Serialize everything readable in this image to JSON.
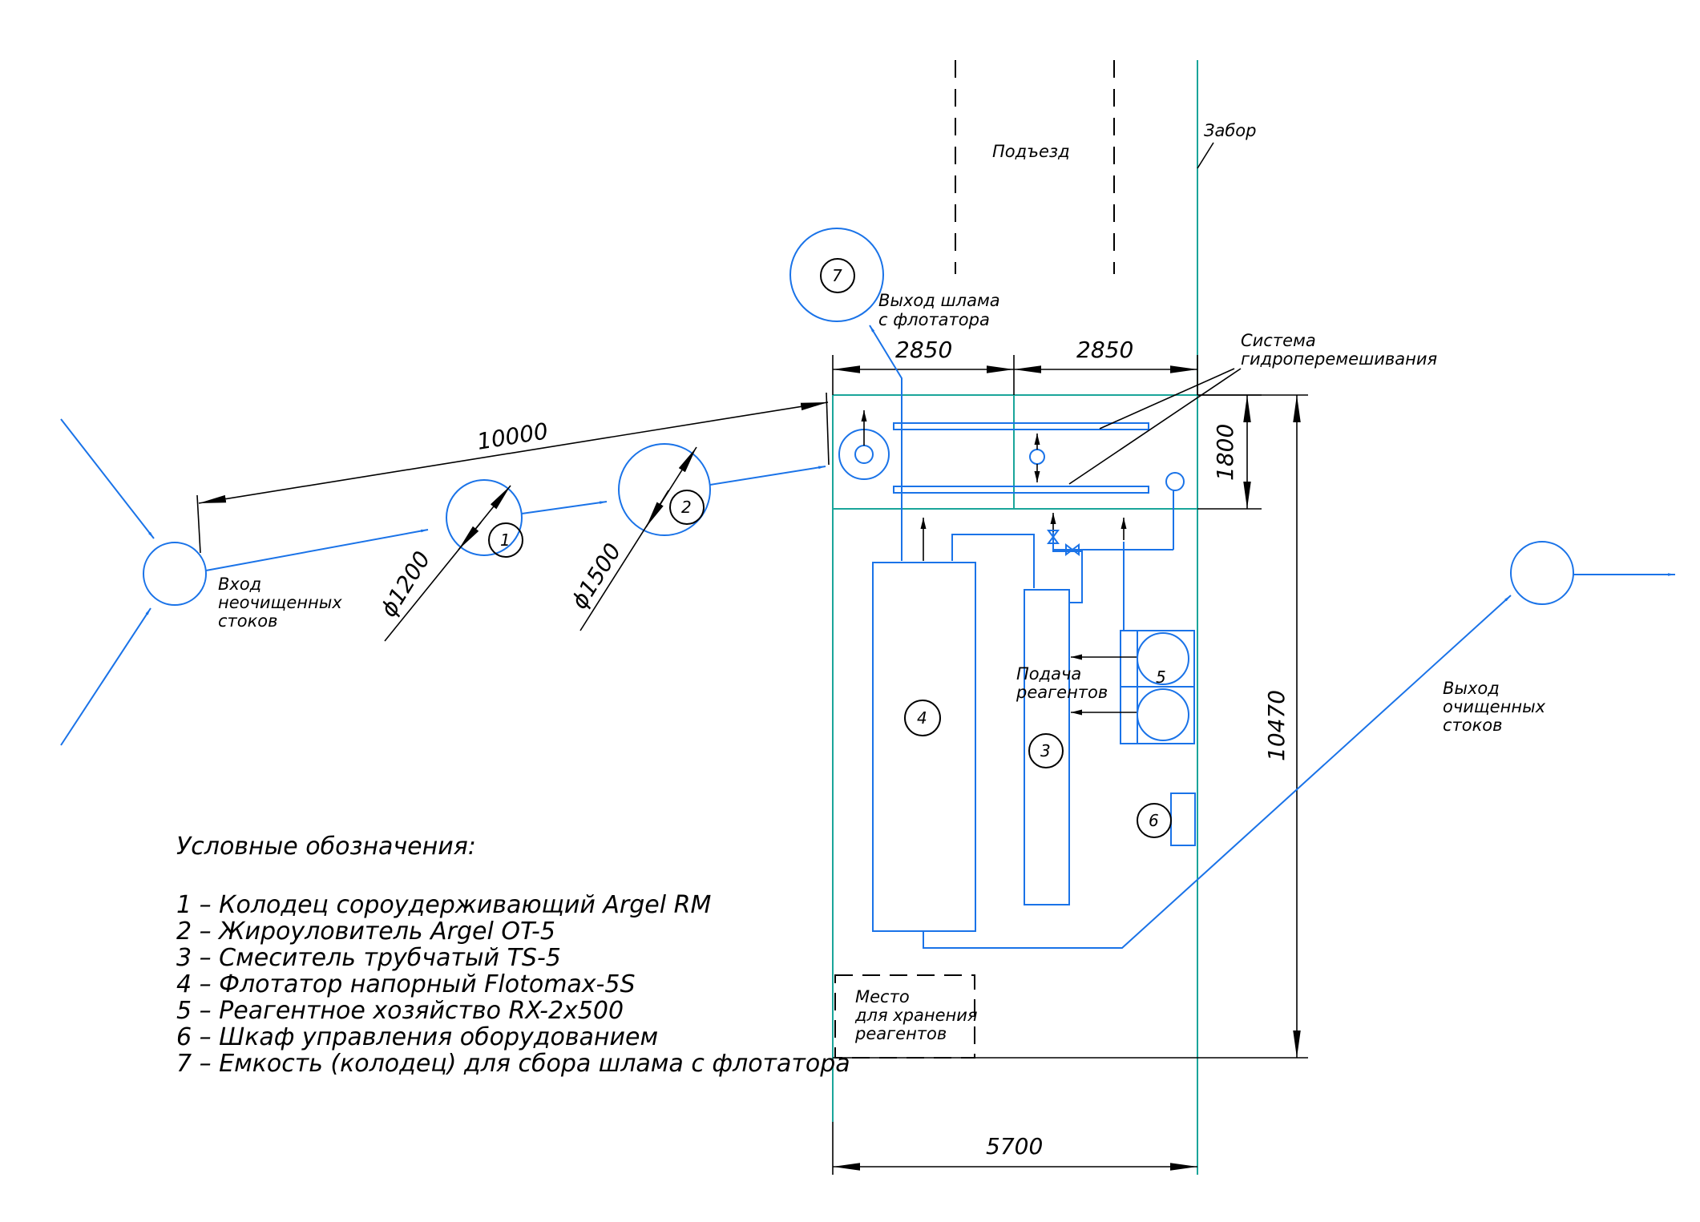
{
  "labels": {
    "driveway": "Подъезд",
    "fence": "Забор",
    "sludge_outlet_1": "Выход шлама",
    "sludge_outlet_2": "с флотатора",
    "mixing_system_1": "Система",
    "mixing_system_2": "гидроперемешивания",
    "inlet_1": "Вход",
    "inlet_2": "неочищенных",
    "inlet_3": "стоков",
    "outlet_1": "Выход",
    "outlet_2": "очищенных",
    "outlet_3": "стоков",
    "reagent_feed_1": "Подача",
    "reagent_feed_2": "реагентов",
    "storage_1": "Место",
    "storage_2": "для хранения",
    "storage_3": "реагентов"
  },
  "dimensions": {
    "d_10000": "10000",
    "d_2850_left": "2850",
    "d_2850_right": "2850",
    "d_1800": "1800",
    "d_10470": "10470",
    "d_5700": "5700",
    "d_phi1200": "ϕ1200",
    "d_phi1500": "ϕ1500"
  },
  "markers": [
    "1",
    "2",
    "3",
    "4",
    "5",
    "6",
    "7"
  ],
  "legend": {
    "title": "Условные обозначения:",
    "items": [
      "1 – Колодец сороудерживающий Argel RM",
      "2 – Жироуловитель Argel OT-5",
      "3 – Смеситель трубчатый TS-5",
      "4 – Флотатор напорный Flotomax-5S",
      "5 – Реагентное хозяйство RX-2x500",
      "6 – Шкаф управления оборудованием",
      "7 – Емкость (колодец) для сбора шлама с флотатора"
    ]
  },
  "colors": {
    "pipe": "#1a73e8",
    "site": "#1aa59a",
    "line": "#000000"
  }
}
